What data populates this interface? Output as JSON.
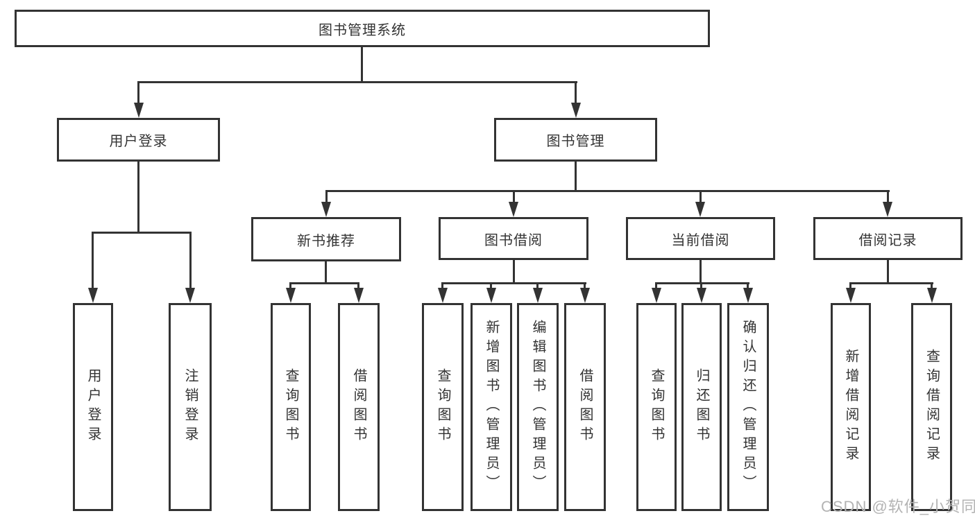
{
  "nodes": {
    "root": "图书管理系统",
    "level2": {
      "user_login": "用户登录",
      "book_mgmt": "图书管理"
    },
    "level3": {
      "new_books": "新书推荐",
      "borrow": "图书借阅",
      "current": "当前借阅",
      "records": "借阅记录"
    },
    "leaves": {
      "user_login": [
        "用户登录",
        "注销登录"
      ],
      "new_books": [
        "查询图书",
        "借阅图书"
      ],
      "borrow": [
        "查询图书",
        "新增图书（管理员）",
        "编辑图书（管理员）",
        "借阅图书"
      ],
      "current": [
        "查询图书",
        "归还图书",
        "确认归还（管理员）"
      ],
      "records": [
        "新增借阅记录",
        "查询借阅记录"
      ]
    }
  },
  "watermark": "CSDN @软件_小贺同学",
  "colors": {
    "line": "#333333",
    "text": "#333333",
    "box_background": "#ffffff",
    "watermark": "#b3b3b3",
    "page_background": "#ffffff"
  }
}
